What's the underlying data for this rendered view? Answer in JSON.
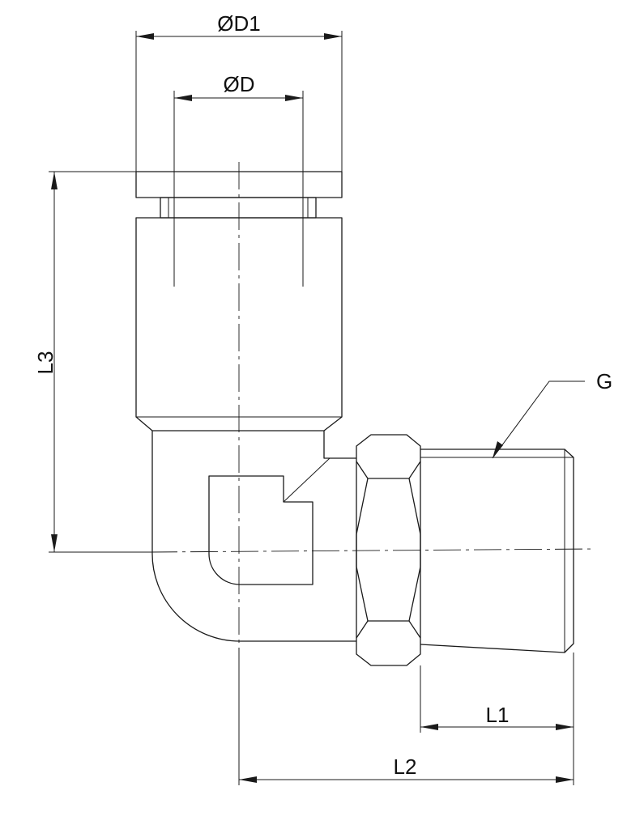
{
  "labels": {
    "d1": "ØD1",
    "d": "ØD",
    "l3": "L3",
    "g": "G",
    "l1": "L1",
    "l2": "L2"
  },
  "colors": {
    "line": "#1a1a1a",
    "background": "#ffffff"
  }
}
